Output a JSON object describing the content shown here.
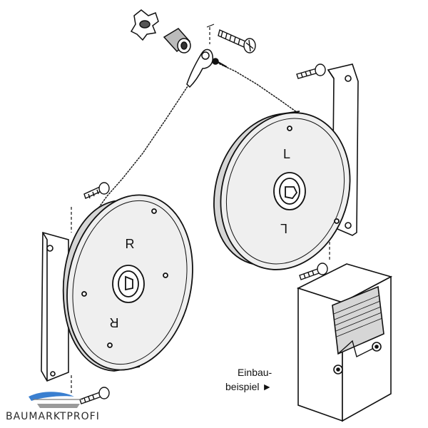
{
  "diagram": {
    "left_reel_label": "R",
    "right_reel_label": "L",
    "caption_line1": "Einbau-",
    "caption_line2": "beispiel",
    "caption_arrow": "►",
    "logo_text": "BAUMARKTPROFI",
    "colors": {
      "line": "#111111",
      "reel_face": "#efefef",
      "reel_rim": "#d6d6d6",
      "logo_accent": "#3a7fd0"
    },
    "icon_names": [
      "wing-nut-icon",
      "spacer-icon",
      "screw-icon",
      "cable-icon",
      "bracket-icon",
      "reel-icon",
      "housing-icon"
    ]
  }
}
